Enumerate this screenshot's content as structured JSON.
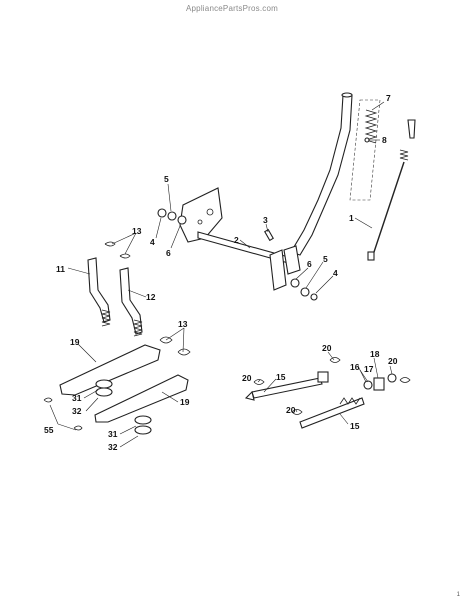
{
  "watermark": "AppliancePartsPros.com",
  "page_marker": "1",
  "callouts": {
    "c1": "1",
    "c2": "2",
    "c3": "3",
    "c4a": "4",
    "c4b": "4",
    "c5a": "5",
    "c5b": "5",
    "c6a": "6",
    "c6b": "6",
    "c7": "7",
    "c8": "8",
    "c11": "11",
    "c12": "12",
    "c13a": "13",
    "c13b": "13",
    "c15a": "15",
    "c15b": "15",
    "c16": "16",
    "c17": "17",
    "c18": "18",
    "c19a": "19",
    "c19b": "19",
    "c20a": "20",
    "c20b": "20",
    "c20c": "20",
    "c20d": "20",
    "c31a": "31",
    "c31b": "31",
    "c32a": "32",
    "c32b": "32",
    "c55": "55"
  }
}
